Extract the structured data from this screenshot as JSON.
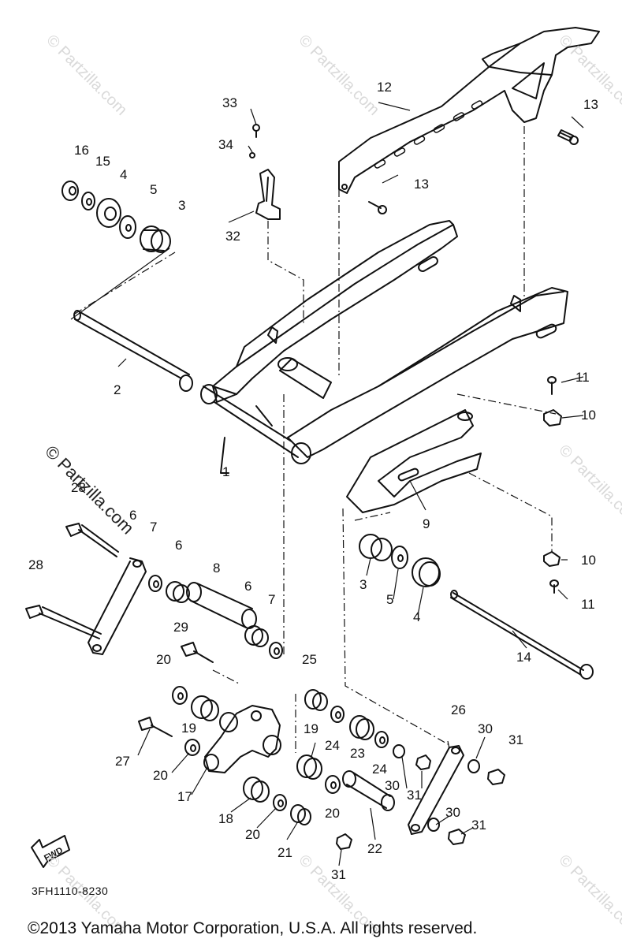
{
  "diagram": {
    "part_code": "3FH1110-8230",
    "copyright": "©2013 Yamaha Motor Corporation, U.S.A. All rights reserved.",
    "fwd_label": "FWD",
    "watermark": "© Partzilla.com",
    "callouts": [
      {
        "id": "c33",
        "text": "33"
      },
      {
        "id": "c34",
        "text": "34"
      },
      {
        "id": "c32",
        "text": "32"
      },
      {
        "id": "c12",
        "text": "12"
      },
      {
        "id": "c13a",
        "text": "13"
      },
      {
        "id": "c13b",
        "text": "13"
      },
      {
        "id": "c16",
        "text": "16"
      },
      {
        "id": "c15",
        "text": "15"
      },
      {
        "id": "c4a",
        "text": "4"
      },
      {
        "id": "c5a",
        "text": "5"
      },
      {
        "id": "c3a",
        "text": "3"
      },
      {
        "id": "c2",
        "text": "2"
      },
      {
        "id": "c1",
        "text": "1"
      },
      {
        "id": "c11a",
        "text": "11"
      },
      {
        "id": "c10a",
        "text": "10"
      },
      {
        "id": "c9",
        "text": "9"
      },
      {
        "id": "c10b",
        "text": "10"
      },
      {
        "id": "c11b",
        "text": "11"
      },
      {
        "id": "c3b",
        "text": "3"
      },
      {
        "id": "c5b",
        "text": "5"
      },
      {
        "id": "c4b",
        "text": "4"
      },
      {
        "id": "c14",
        "text": "14"
      },
      {
        "id": "c28a",
        "text": "28"
      },
      {
        "id": "c28b",
        "text": "28"
      },
      {
        "id": "c6a",
        "text": "6"
      },
      {
        "id": "c7a",
        "text": "7"
      },
      {
        "id": "c6b",
        "text": "6"
      },
      {
        "id": "c8",
        "text": "8"
      },
      {
        "id": "c6c",
        "text": "6"
      },
      {
        "id": "c7b",
        "text": "7"
      },
      {
        "id": "c29",
        "text": "29"
      },
      {
        "id": "c20a",
        "text": "20"
      },
      {
        "id": "c19a",
        "text": "19"
      },
      {
        "id": "c27",
        "text": "27"
      },
      {
        "id": "c20b",
        "text": "20"
      },
      {
        "id": "c17",
        "text": "17"
      },
      {
        "id": "c18",
        "text": "18"
      },
      {
        "id": "c20c",
        "text": "20"
      },
      {
        "id": "c21",
        "text": "21"
      },
      {
        "id": "c25",
        "text": "25"
      },
      {
        "id": "c19b",
        "text": "19"
      },
      {
        "id": "c24a",
        "text": "24"
      },
      {
        "id": "c23",
        "text": "23"
      },
      {
        "id": "c24b",
        "text": "24"
      },
      {
        "id": "c20d",
        "text": "20"
      },
      {
        "id": "c22",
        "text": "22"
      },
      {
        "id": "c26",
        "text": "26"
      },
      {
        "id": "c30a",
        "text": "30"
      },
      {
        "id": "c31a",
        "text": "31"
      },
      {
        "id": "c30b",
        "text": "30"
      },
      {
        "id": "c31b",
        "text": "31"
      },
      {
        "id": "c30c",
        "text": "30"
      },
      {
        "id": "c31c",
        "text": "31"
      },
      {
        "id": "c31d",
        "text": "31"
      }
    ]
  }
}
